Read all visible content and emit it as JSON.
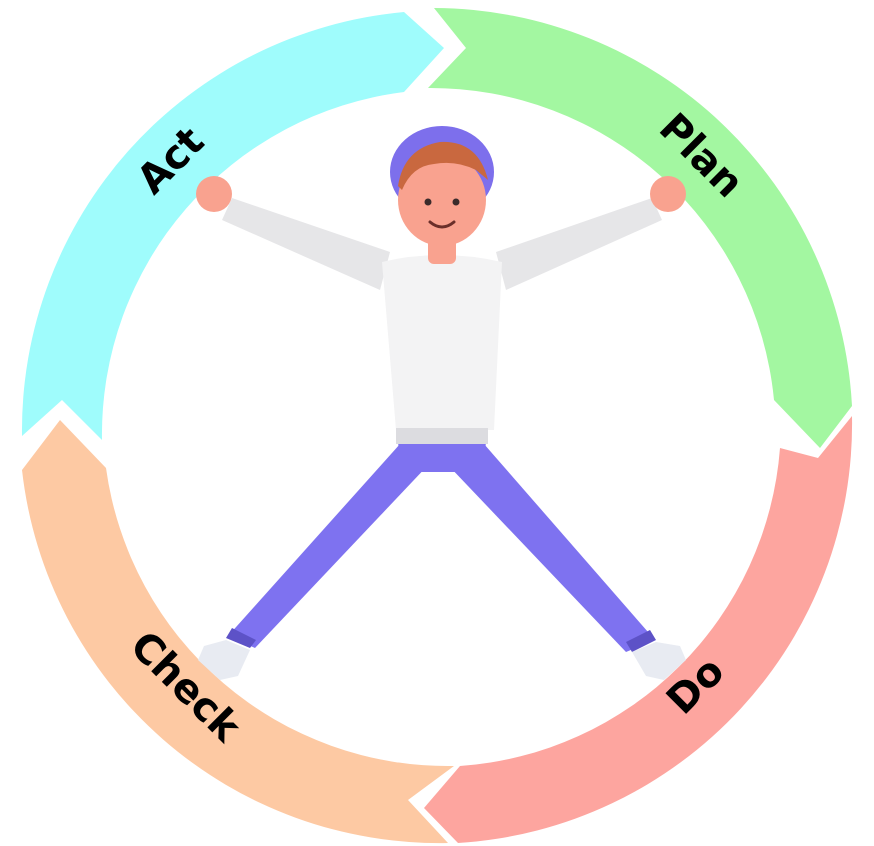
{
  "cycle": {
    "stages": [
      {
        "key": "plan",
        "label": "Plan",
        "color": "#a3f7a1"
      },
      {
        "key": "do",
        "label": "Do",
        "color": "#fda59f"
      },
      {
        "key": "check",
        "label": "Check",
        "color": "#fdc9a3"
      },
      {
        "key": "act",
        "label": "Act",
        "color": "#9ffcfc"
      }
    ]
  },
  "figure": {
    "icon": "person-star-pose",
    "colors": {
      "hair": "#c9683f",
      "headband": "#7d6fec",
      "skin": "#f9a28f",
      "shirt": "#f3f3f4",
      "sleeve": "#e6e6e8",
      "pants": "#7e72f0",
      "shoes": "#e8ebf2"
    }
  }
}
